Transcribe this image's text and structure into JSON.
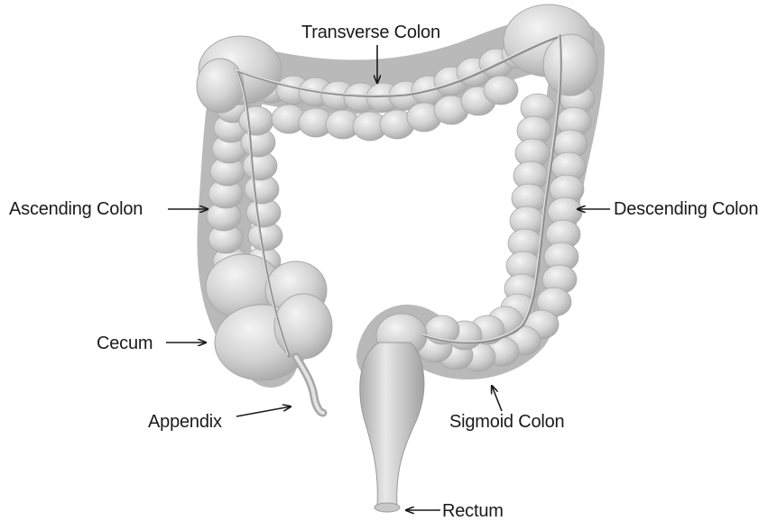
{
  "labels": {
    "transverse": "Transverse Colon",
    "ascending": "Ascending Colon",
    "descending": "Descending Colon",
    "cecum": "Cecum",
    "appendix": "Appendix",
    "sigmoid": "Sigmoid Colon",
    "rectum": "Rectum"
  },
  "colors": {
    "tissue_light": "#f0f0f0",
    "tissue_mid": "#c9c9c9",
    "tissue_dark": "#9a9a9a",
    "band": "#8e8e8e",
    "text": "#1a1a1a",
    "arrow": "#1a1a1a"
  }
}
